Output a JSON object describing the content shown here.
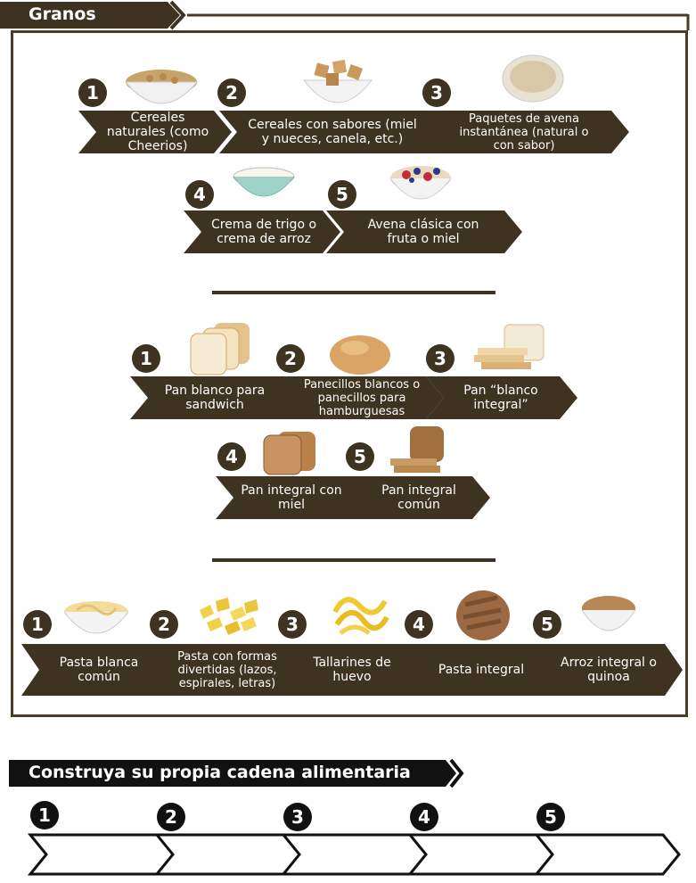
{
  "header": {
    "title": "Granos"
  },
  "cereals": {
    "items": [
      {
        "num": "1",
        "label": "Cereales naturales (como Cheerios)"
      },
      {
        "num": "2",
        "label": "Cereales con sabores (miel y nueces, canela, etc.)"
      },
      {
        "num": "3",
        "label": "Paquetes de avena instantánea (natural o con sabor)"
      },
      {
        "num": "4",
        "label": "Crema de trigo o crema de arroz"
      },
      {
        "num": "5",
        "label": "Avena clásica con fruta o miel"
      }
    ]
  },
  "breads": {
    "items": [
      {
        "num": "1",
        "label": "Pan blanco para sandwich"
      },
      {
        "num": "2",
        "label": "Panecillos blancos o panecillos para hamburguesas"
      },
      {
        "num": "3",
        "label": "Pan “blanco integral”"
      },
      {
        "num": "4",
        "label": "Pan integral con miel"
      },
      {
        "num": "5",
        "label": "Pan integral común"
      }
    ]
  },
  "pastas": {
    "items": [
      {
        "num": "1",
        "label": "Pasta blanca común"
      },
      {
        "num": "2",
        "label": "Pasta con formas divertidas (lazos, espirales, letras)"
      },
      {
        "num": "3",
        "label": "Tallarines de huevo"
      },
      {
        "num": "4",
        "label": "Pasta integral"
      },
      {
        "num": "5",
        "label": "Arroz integral o quinoa"
      }
    ]
  },
  "build": {
    "title": "Construya su propia cadena alimentaria",
    "nums": [
      "1",
      "2",
      "3",
      "4",
      "5"
    ]
  },
  "colors": {
    "brown": "#3e3320",
    "frame": "#4a3c22"
  }
}
